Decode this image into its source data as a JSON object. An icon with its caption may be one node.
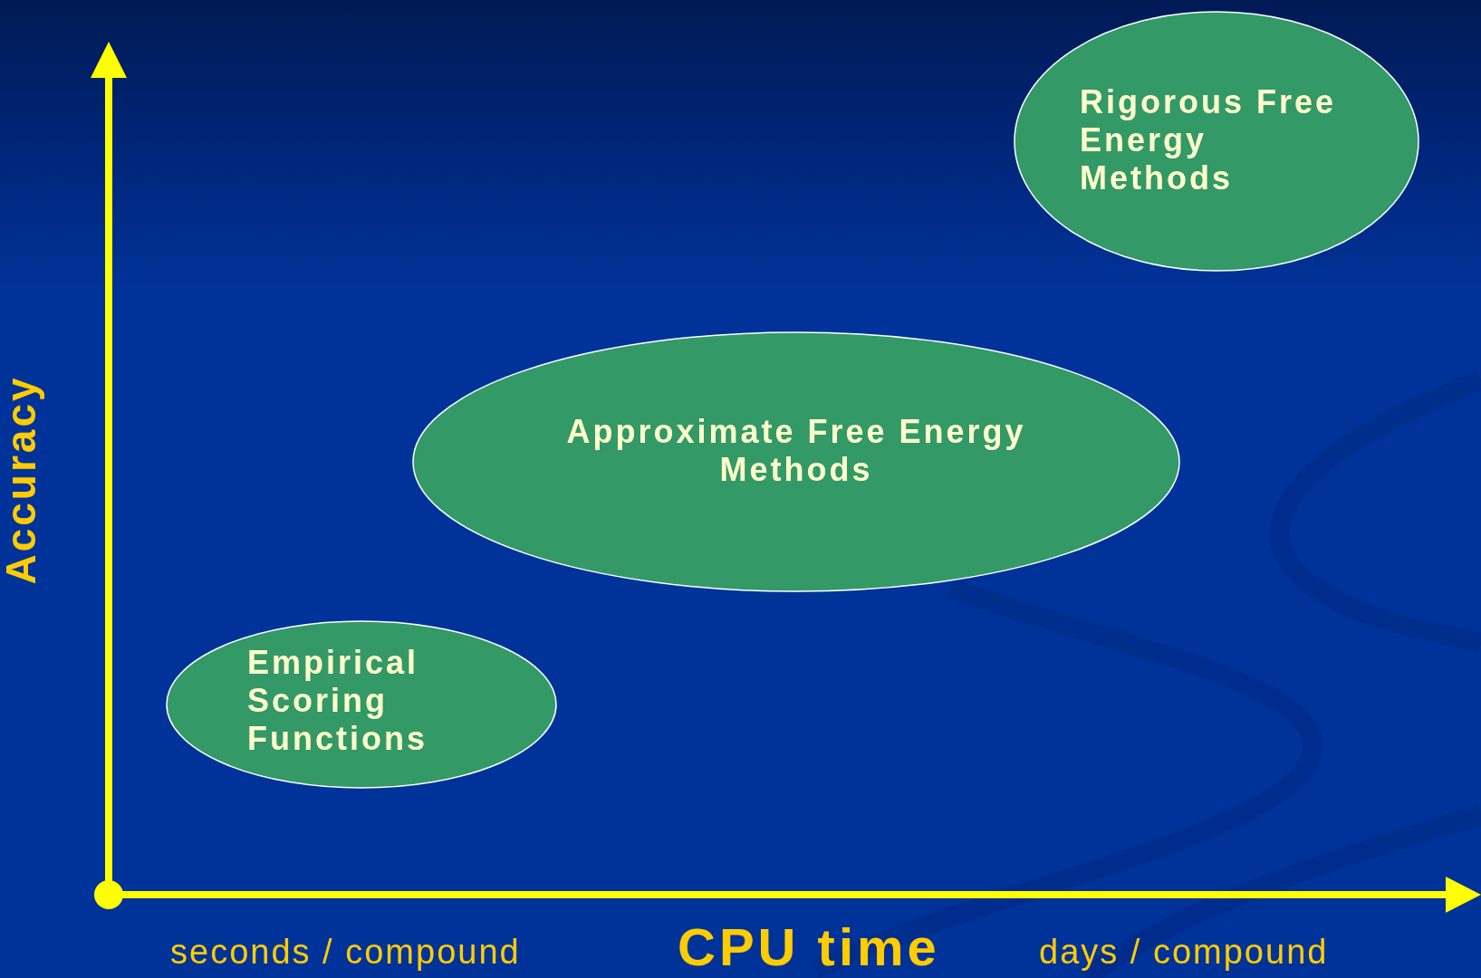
{
  "diagram": {
    "nodes": [
      {
        "text": [
          "Rigorous Free Energy Methods"
        ]
      },
      {
        "text": [
          "Approximate Free Energy Methods"
        ]
      },
      {
        "text": [
          "Empirical Scoring Functions"
        ]
      }
    ],
    "edges": [],
    "labels": [
      "Accuracy",
      "seconds / compound",
      "CPU time",
      "days / compound"
    ]
  }
}
